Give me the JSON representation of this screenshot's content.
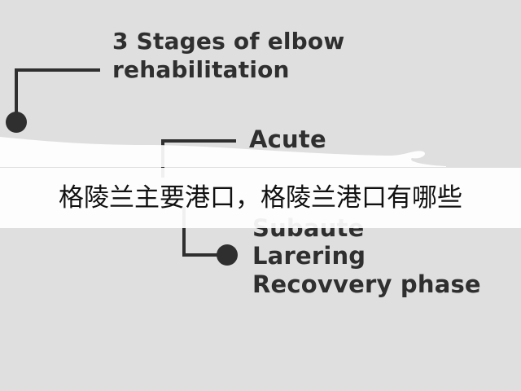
{
  "diagram": {
    "title_line_1": "3 Stages of elbow",
    "title_line_2": "rehabilitation",
    "stages": [
      "Acute",
      "Subaute",
      "Larering",
      "Recovvery phase"
    ]
  },
  "overlay": {
    "text": "格陵兰主要港口，格陵兰港口有哪些"
  },
  "colors": {
    "background": "#dfdfdf",
    "diagram_ink": "#2f2f2f",
    "overlay_bg": "#ffffff",
    "overlay_text": "#111111"
  }
}
